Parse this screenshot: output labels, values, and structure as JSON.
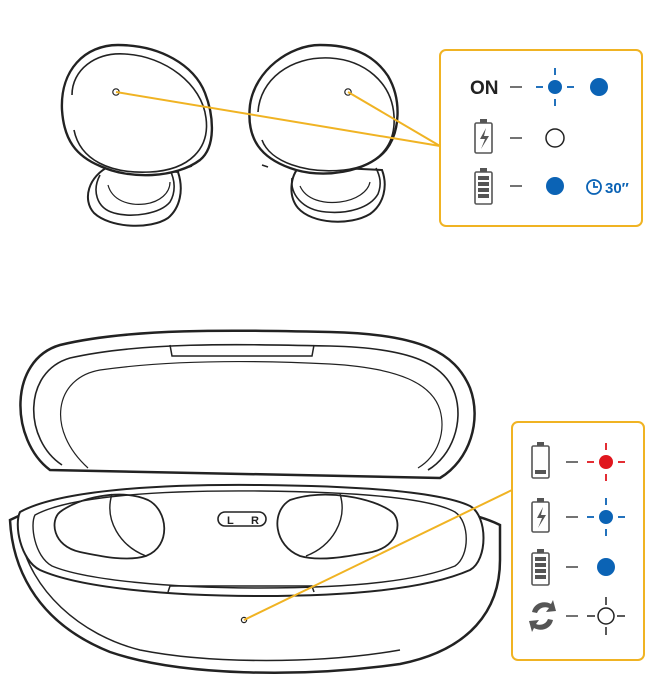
{
  "earbuds_legend": {
    "power_on": {
      "label": "ON",
      "state": "blinking blue, then solid blue"
    },
    "charging": {
      "state": "off"
    },
    "fully_charged": {
      "state": "solid blue",
      "duration": "30″"
    }
  },
  "case_legend": {
    "low_battery": {
      "state": "blinking red"
    },
    "charging": {
      "state": "blinking blue"
    },
    "fully_charged": {
      "state": "solid blue"
    },
    "update": {
      "state": "blinking white"
    }
  },
  "case_slot_labels": {
    "left": "L",
    "right": "R"
  },
  "colors": {
    "accent_line": "#f0b323",
    "blue_led": "#0b63b5",
    "red_led": "#e0161e",
    "outline": "#222222",
    "icon_gray": "#555555"
  }
}
